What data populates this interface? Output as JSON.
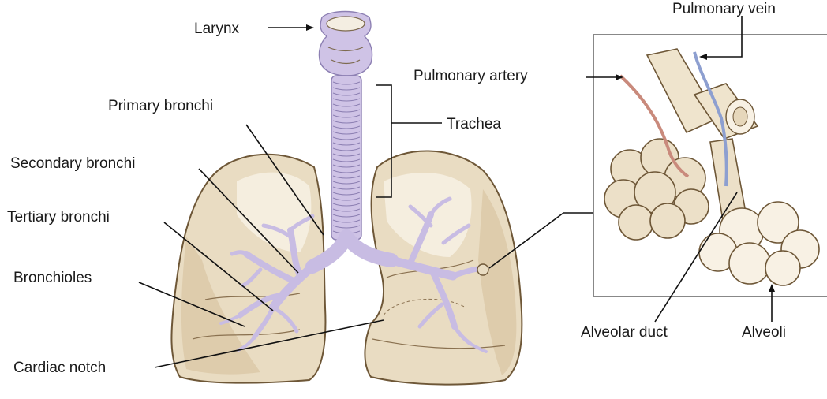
{
  "header_text": "",
  "labels": {
    "larynx": "Larynx",
    "trachea": "Trachea",
    "primary_bronchi": "Primary bronchi",
    "secondary_bronchi": "Secondary bronchi",
    "tertiary_bronchi": "Tertiary bronchi",
    "bronchioles": "Bronchioles",
    "cardiac_notch": "Cardiac notch",
    "pulmonary_artery": "Pulmonary artery",
    "pulmonary_vein": "Pulmonary vein",
    "alveolar_duct": "Alveolar duct",
    "alveoli": "Alveoli"
  },
  "colors": {
    "lung_tissue": "#e9dcc2",
    "lung_outline": "#6e5737",
    "airway": "#cfc3e6",
    "pulmonary_artery": "#c98a7c",
    "pulmonary_vein": "#8d9fd0"
  }
}
